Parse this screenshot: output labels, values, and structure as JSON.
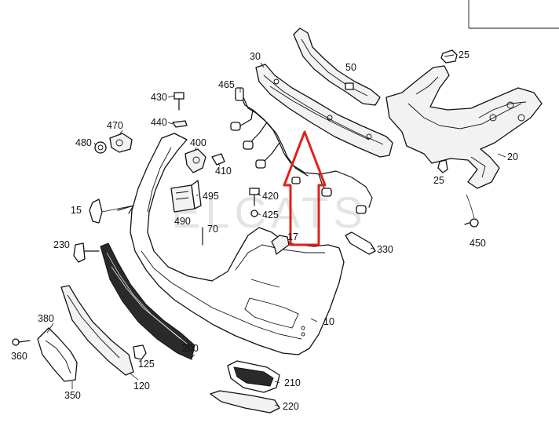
{
  "watermark": "ELCATS",
  "arrow_color": "#e0221b",
  "callouts": {
    "c10": "10",
    "c15": "15",
    "c20": "20",
    "c25a": "25",
    "c25b": "25",
    "c30": "30",
    "c50": "50",
    "c70": "70",
    "c120": "120",
    "c125": "125",
    "c17": "17",
    "c200": "200",
    "c210": "210",
    "c220": "220",
    "c230": "230",
    "c330": "330",
    "c350": "350",
    "c360": "360",
    "c380": "380",
    "c400": "400",
    "c410": "410",
    "c420": "420",
    "c425": "425",
    "c430": "430",
    "c440": "440",
    "c450": "450",
    "c465": "465",
    "c470": "470",
    "c480": "480",
    "c490": "490",
    "c495": "495"
  }
}
